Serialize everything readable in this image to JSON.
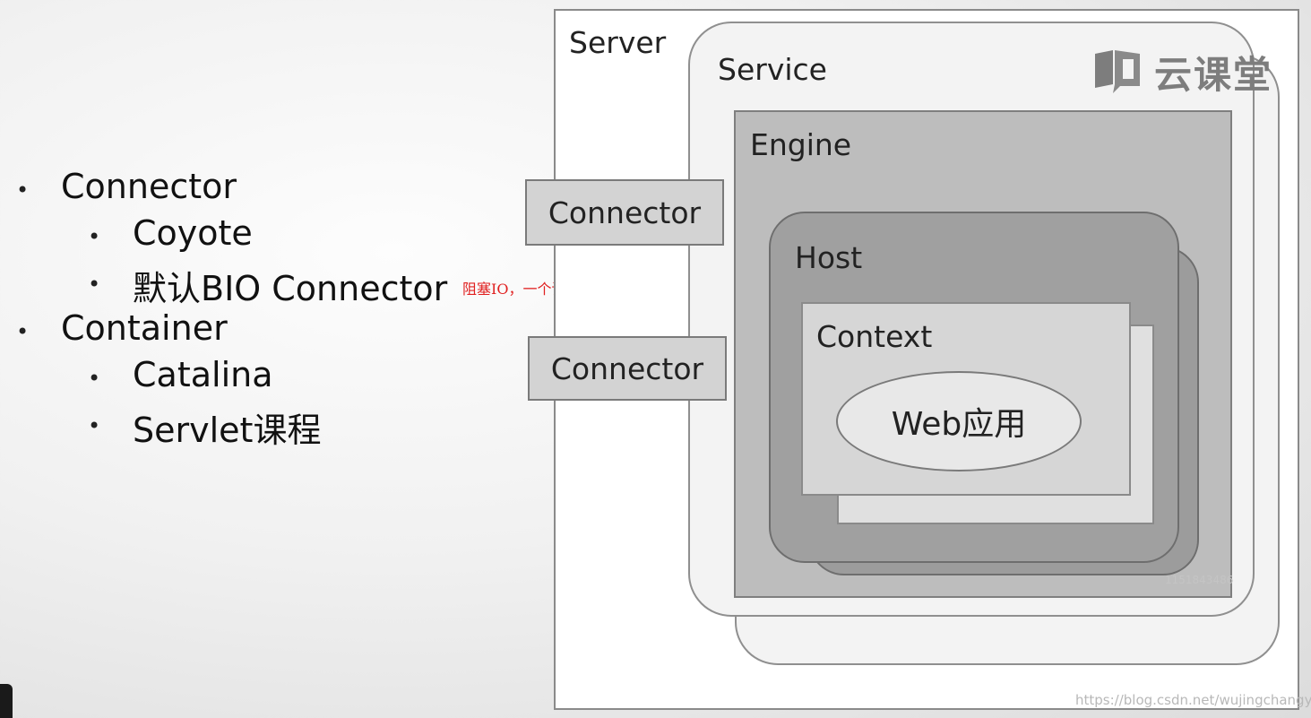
{
  "bullets": [
    {
      "level": 1,
      "text": "Connector"
    },
    {
      "level": 2,
      "text": "Coyote"
    },
    {
      "level": 2,
      "text": "默认BIO Connector"
    },
    {
      "level": 1,
      "text": "Container"
    },
    {
      "level": 2,
      "text": "Catalina"
    },
    {
      "level": 2,
      "text": "Servlet课程"
    }
  ],
  "bullet_symbol": "•",
  "annotation": "阻塞IO，一个请求启动一个线程",
  "diagram": {
    "server": "Server",
    "service": "Service",
    "engine": "Engine",
    "host": "Host",
    "context": "Context",
    "webapp": "Web应用",
    "connectors": [
      "Connector",
      "Connector"
    ]
  },
  "logo": {
    "text": "云课堂",
    "icon": "book-chat-icon"
  },
  "watermarks": {
    "id": "1151843486",
    "url": "https://blog.csdn.net/wujingchangye"
  },
  "colors": {
    "annotation": "#e02020",
    "logo": "#7d7d7d"
  }
}
